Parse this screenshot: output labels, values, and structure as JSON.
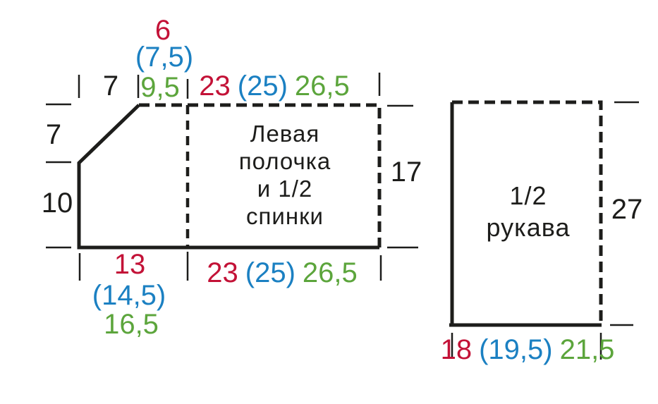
{
  "colors": {
    "size_1": "#c31237",
    "size_2": "#1b80c2",
    "size_3": "#5ca53c",
    "line": "#1d1d1b"
  },
  "front_back_piece": {
    "name_line_1": "Левая",
    "name_line_2": "полочка",
    "name_line_3": "и 1/2",
    "name_line_4": "спинки",
    "neck_width_size_1": "6",
    "neck_width_size_2": "(7,5)",
    "neck_width_size_3": "9,5",
    "shoulder_width": "7",
    "top_width_size_1": "23",
    "top_width_size_2": "(25)",
    "top_width_size_3": "26,5",
    "neck_depth": "7",
    "lower_side_height": "10",
    "right_side_height": "17",
    "bottom_front_width_size_1": "13",
    "bottom_front_width_size_2": "(14,5)",
    "bottom_front_width_size_3": "16,5",
    "bottom_width_size_1": "23",
    "bottom_width_size_2": "(25)",
    "bottom_width_size_3": "26,5"
  },
  "sleeve_piece": {
    "name_line_1": "1/2",
    "name_line_2": "рукава",
    "side_height": "27",
    "bottom_width_size_1": "18",
    "bottom_width_size_2": "(19,5)",
    "bottom_width_size_3": "21,5"
  }
}
